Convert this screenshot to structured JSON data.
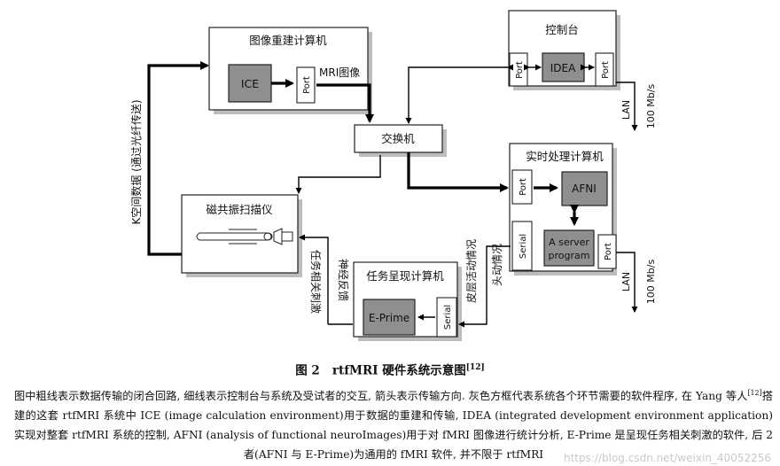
{
  "diagram": {
    "recon_computer": {
      "title": "图像重建计算机",
      "ice": "ICE",
      "port": "Port"
    },
    "console": {
      "title": "控制台",
      "idea": "IDEA",
      "port_left": "Port",
      "port_right": "Port"
    },
    "switch": {
      "label": "交换机"
    },
    "realtime_computer": {
      "title": "实时处理计算机",
      "port": "Port",
      "afni": "AFNI",
      "serial": "Serial",
      "a_server_line1": "A server",
      "a_server_line2": "program",
      "port_right": "Port"
    },
    "scanner": {
      "title": "磁共振扫描仪"
    },
    "task_computer": {
      "title": "任务呈现计算机",
      "eprime": "E-Prime",
      "serial": "Serial"
    },
    "labels": {
      "mri_image": "MRI图像",
      "k_space": "K空间数据 (通过光纤传送)",
      "lan_speed": "100 Mb/s",
      "lan": "LAN",
      "neuro_feedback": "神经反馈",
      "task_stimulus": "任务相关刺激",
      "skin_activity": "皮层活动情况",
      "head_motion": "头动情况"
    }
  },
  "caption": {
    "figure_label": "图 2",
    "title": "rtfMRI 硬件系统示意图",
    "title_ref": "[12]",
    "text_part1": "图中粗线表示数据传输的闭合回路, 细线表示控制台与系统及受试者的交互, 箭头表示传输方向. 灰色方框代表系统各个环节需要的软件程序, 在 Yang 等人",
    "text_ref": "[12]",
    "text_part2": "搭建的这套 rtfMRI 系统中 ICE (image calculation environment)用于数据的重建和传输, IDEA (integrated development environment application)实现对整套 rtfMRI 系统的控制, AFNI (analysis of functional neuroImages)用于对 fMRI 图像进行统计分析, E-Prime 是呈现任务相关刺激的软件, 后 2 者(AFNI 与 E-Prime)为通用的 fMRI 软件, 并不限于 rtfMRI"
  },
  "watermark": "https://blog.csdn.net/weixin_40052256"
}
